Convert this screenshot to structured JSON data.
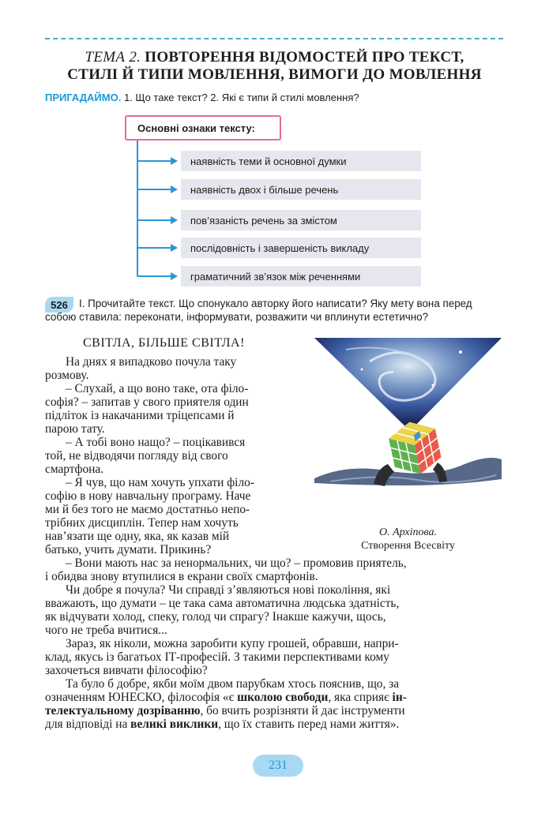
{
  "header": {
    "topic_prefix": "ТЕМА 2.",
    "title_line1": "ПОВТОРЕННЯ ВІДОМОСТЕЙ ПРО ТЕКСТ,",
    "title_line2": "СТИЛІ Й ТИПИ МОВЛЕННЯ, ВИМОГИ ДО МОВЛЕННЯ"
  },
  "recall": {
    "label": "ПРИГАДАЙМО.",
    "text": " 1. Що таке текст? 2. Які є типи й стилі мовлення?"
  },
  "scheme": {
    "title": "Основні ознаки тексту:",
    "items": [
      "наявність теми й основної думки",
      "наявність двох і більше речень",
      "пов’язаність речень за змістом",
      "послідовність і завершеність викладу",
      "граматичний зв’язок між реченнями"
    ],
    "colors": {
      "arrow": "#2b97d5",
      "frame": "#e46aa0",
      "item_bg": "#e6e6ef"
    }
  },
  "task": {
    "number": "526",
    "line1": "І. Прочитайте текст. Що спонукало авторку його написати? Яку мету вона перед",
    "line2": "собою ставила: переконати, інформувати, розважити чи вплинути естетично?"
  },
  "essay": {
    "title": "СВІТЛА, БІЛЬШЕ СВІТЛА!",
    "col_lines": [
      "На днях я випадково почула таку",
      "розмову.",
      "– Слухай, а що воно таке, ота філо-",
      "софія? – запитав у свого приятеля один",
      "підліток із накачаними тріцепсами й",
      "парою тату.",
      "– А тобі воно нащо? – поцікавився",
      "той, не відводячи погляду від свого",
      "смартфона.",
      "– Я чув, що нам хочуть упхати філо-",
      "софію в нову навчальну програму. Наче",
      "ми й без того не маємо достатньо непо-",
      "трібних дисциплін. Тепер нам хочуть",
      "нав’язати ще одну, яка, як казав мій",
      "батько, учить думати. Прикинь?"
    ],
    "full_lines": [
      "– Вони мають нас за ненормальних, чи що? – промовив приятель,",
      "і обидва знову втупилися в екрани своїх смартфонів.",
      "Чи добре я почула? Чи справді з’являються нові покоління, які",
      "вважають, що думати – це така сама автоматична людська здатність,",
      "як відчувати холод, спеку, голод чи спрагу? Інакше кажучи, щось,",
      "чого не треба вчитися...",
      "Зараз, як ніколи, можна заробити купу грошей, обравши, напри-",
      "клад, якусь із багатьох ІТ-професій. З такими перспективами кому",
      "захочеться вивчати філософію?"
    ],
    "last_para": {
      "l1": "Та було б добре, якби моїм двом парубкам хтось пояснив, що, за",
      "l2a": "означенням ЮНЕСКО, філософія «є ",
      "l2b": "школою свободи",
      "l2c": ", яка сприяє ",
      "l2d": "ін-",
      "l3a": "телектуальному дозріванню",
      "l3b": ", бо вчить розрізняти й дає інструменти",
      "l4a": "для відповіді на ",
      "l4b": "великі виклики",
      "l4c": ", що їх ставить перед нами життя»."
    }
  },
  "illustration": {
    "author": "О. Архіпова.",
    "title": "Створення Всесвіту"
  },
  "page_number": "231"
}
